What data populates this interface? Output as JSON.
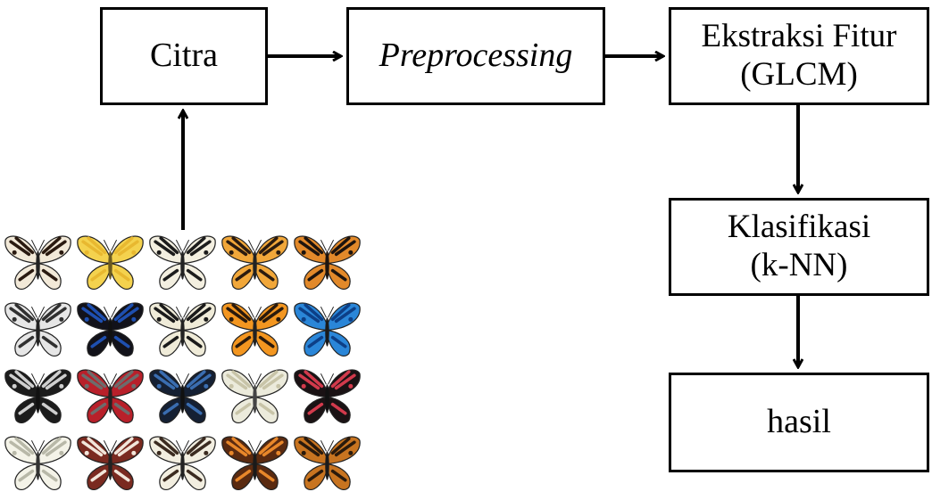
{
  "nodes": {
    "citra": {
      "label": "Citra"
    },
    "preprocessing": {
      "label": "Preprocessing"
    },
    "ekstraksi": {
      "line1": "Ekstraksi Fitur",
      "line2": "(GLCM)"
    },
    "klasifikasi": {
      "line1": "Klasifikasi",
      "line2": "(k-NN)"
    },
    "hasil": {
      "label": "hasil"
    }
  },
  "edges": [
    {
      "from": "butterfly-dataset",
      "to": "citra"
    },
    {
      "from": "citra",
      "to": "preprocessing"
    },
    {
      "from": "preprocessing",
      "to": "ekstraksi"
    },
    {
      "from": "ekstraksi",
      "to": "klasifikasi"
    },
    {
      "from": "klasifikasi",
      "to": "hasil"
    }
  ],
  "butterflies": [
    {
      "wing": "#f2e9d8",
      "pattern": "#2a1a10",
      "body": "#222"
    },
    {
      "wing": "#f4d24e",
      "pattern": "#e8b830",
      "body": "#6b5a20"
    },
    {
      "wing": "#f3efe0",
      "pattern": "#1c1c1c",
      "body": "#222"
    },
    {
      "wing": "#f1a73a",
      "pattern": "#2b1b0f",
      "body": "#222"
    },
    {
      "wing": "#e2892a",
      "pattern": "#1d140e",
      "body": "#1d140e"
    },
    {
      "wing": "#e6e6e6",
      "pattern": "#303030",
      "body": "#222"
    },
    {
      "wing": "#12121a",
      "pattern": "#1e4fb0",
      "body": "#111"
    },
    {
      "wing": "#efebd8",
      "pattern": "#1a1a1a",
      "body": "#222"
    },
    {
      "wing": "#f39620",
      "pattern": "#2a1a0c",
      "body": "#222"
    },
    {
      "wing": "#2a86d8",
      "pattern": "#0d3f86",
      "body": "#1a1a1a"
    },
    {
      "wing": "#1c1c1c",
      "pattern": "#cfcfcf",
      "body": "#111"
    },
    {
      "wing": "#b8202a",
      "pattern": "#6c6c6c",
      "body": "#222"
    },
    {
      "wing": "#152033",
      "pattern": "#3a6db0",
      "body": "#111"
    },
    {
      "wing": "#ecebdc",
      "pattern": "#c8c4a8",
      "body": "#444"
    },
    {
      "wing": "#1a1214",
      "pattern": "#d23a4c",
      "body": "#111"
    },
    {
      "wing": "#f4f3e8",
      "pattern": "#b8b8a8",
      "body": "#333"
    },
    {
      "wing": "#7a2a20",
      "pattern": "#f1e6da",
      "body": "#222"
    },
    {
      "wing": "#f2eee0",
      "pattern": "#3b2b20",
      "body": "#222"
    },
    {
      "wing": "#5a2a10",
      "pattern": "#e8872a",
      "body": "#1a1a1a"
    },
    {
      "wing": "#c87420",
      "pattern": "#2a1a0c",
      "body": "#1a1a1a"
    }
  ],
  "colors": {
    "stroke": "#000000",
    "background": "#ffffff"
  }
}
